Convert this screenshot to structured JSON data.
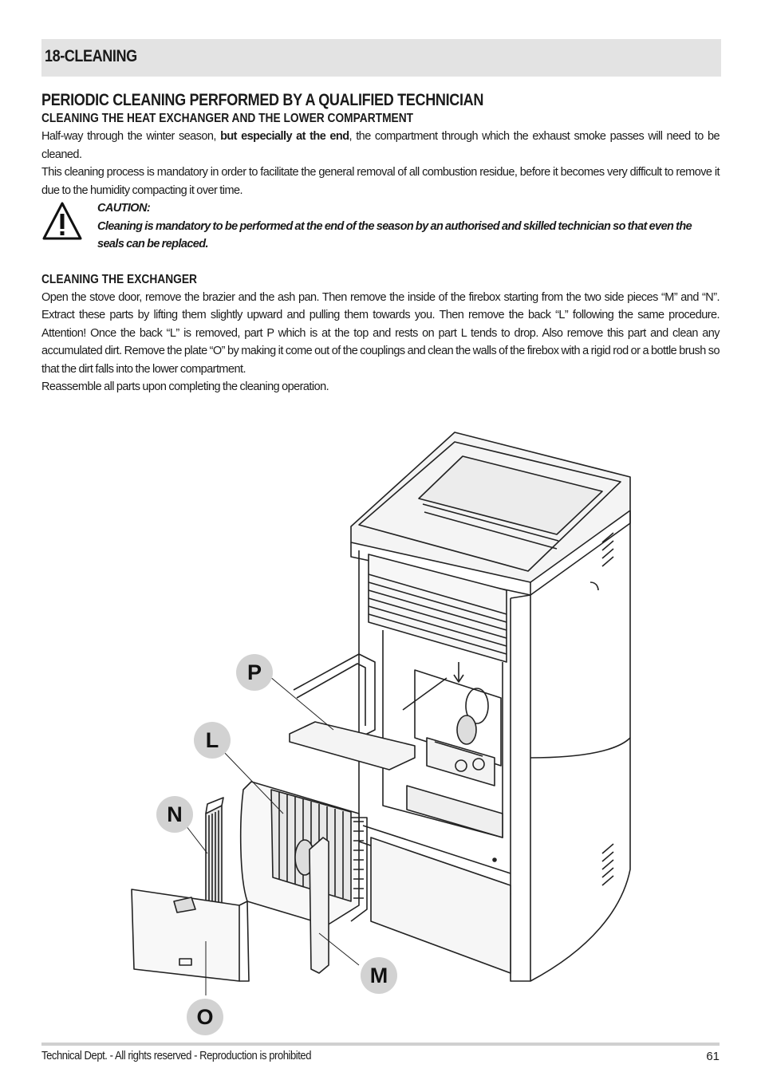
{
  "section": {
    "title": "18-CLEANING"
  },
  "periodic": {
    "heading": "PERIODIC CLEANING PERFORMED BY A QUALIFIED TECHNICIAN",
    "subheading": "CLEANING THE HEAT EXCHANGER AND THE LOWER COMPARTMENT",
    "para1_before": "Half-way through the winter season, ",
    "para1_bold": "but especially at the end",
    "para1_after": ", the compartment through which the exhaust smoke passes will need to be cleaned.",
    "para2": "This cleaning process is mandatory in order to facilitate the general removal of all combustion residue, before it becomes very difficult to remove it due to the humidity compacting it over time."
  },
  "caution": {
    "label": "CAUTION:",
    "text": "Cleaning is mandatory to be performed at the end of the season by an authorised and skilled technician so that even the seals can be replaced.",
    "icon": "warning-triangle-icon"
  },
  "exchanger": {
    "heading": "CLEANING THE EXCHANGER",
    "para1": "Open the stove door, remove the brazier and the ash pan. Then remove the inside of the firebox starting from the two side pieces “M” and “N”. Extract these parts by lifting them slightly upward and pulling them towards you. Then remove the back “L” following the same procedure. Attention! Once the back “L” is removed, part P which is at the top and rests on part L tends to drop. Also remove this part and clean any accumulated dirt. Remove the plate “O” by making it come out of the couplings and clean the walls of the firebox with a rigid rod or a bottle brush so that the dirt falls into the lower compartment.",
    "para2": "Reassemble all parts upon completing the cleaning operation."
  },
  "figure": {
    "labels": {
      "P": "P",
      "L": "L",
      "N": "N",
      "M": "M",
      "O": "O"
    }
  },
  "footer": {
    "text": "Technical Dept. - All rights reserved - Reproduction is prohibited",
    "page": "61"
  }
}
